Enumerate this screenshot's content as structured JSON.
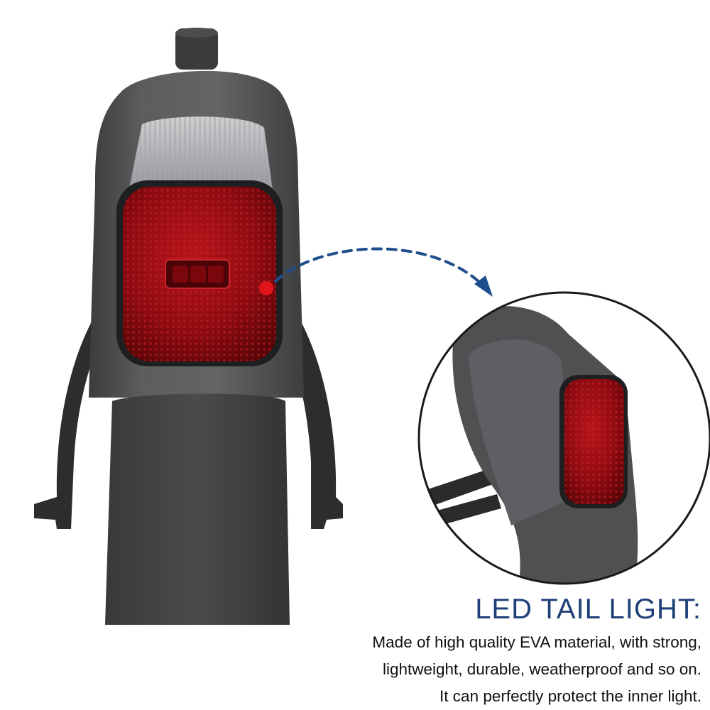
{
  "headline": "LED TAIL LIGHT:",
  "description": [
    "Made of high quality EVA material, with strong,",
    "lightweight, durable, weatherproof and so on.",
    "It can perfectly protect the inner light."
  ],
  "colors": {
    "headline": "#1f3f78",
    "body_text": "#111111",
    "arrow": "#1f4e8c",
    "marker": "#e0151b",
    "housing": "#5b5c5e",
    "reflector": "#9c0c12"
  },
  "icons": {
    "callout_marker": "red-dot",
    "callout_arrow": "dashed-curved-arrow"
  }
}
